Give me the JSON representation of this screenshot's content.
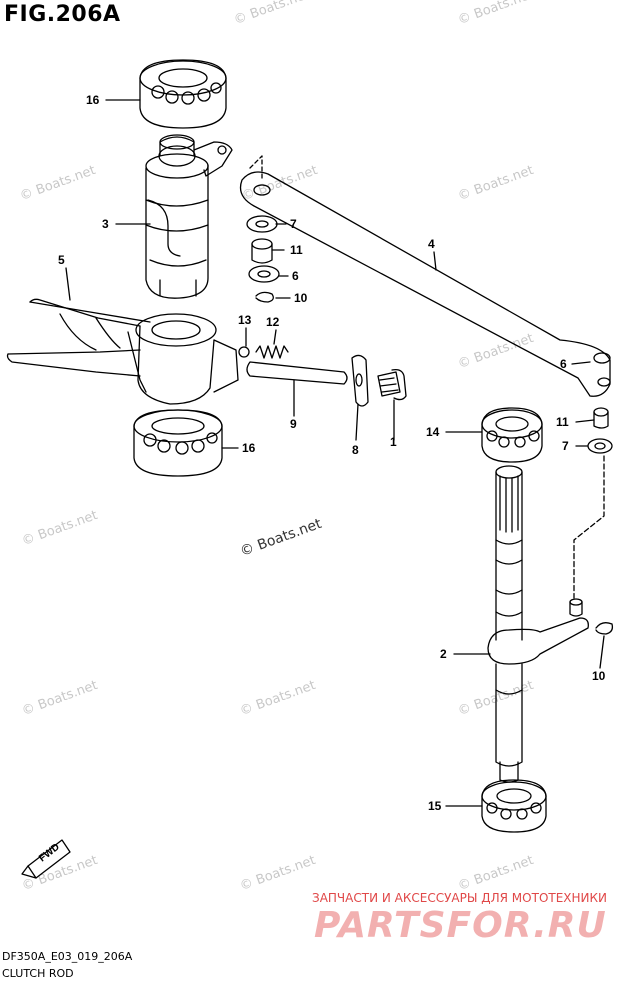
{
  "figure": {
    "title": "FIG.206A",
    "code": "DF350A_E03_019_206A",
    "caption": "CLUTCH ROD"
  },
  "watermark": {
    "text": "© Boats.net"
  },
  "shop": {
    "tagline": "ЗАПЧАСТИ И АКСЕССУАРЫ ДЛЯ МОТОТЕХНИКИ",
    "logo": "PARTSFOR.RU"
  },
  "badge": {
    "fwd": "FWD"
  },
  "callouts": {
    "c1": "1",
    "c2": "2",
    "c3": "3",
    "c4": "4",
    "c5": "5",
    "c6a": "6",
    "c6b": "6",
    "c7a": "7",
    "c7b": "7",
    "c8": "8",
    "c9": "9",
    "c10a": "10",
    "c10b": "10",
    "c11a": "11",
    "c11b": "11",
    "c12": "12",
    "c13": "13",
    "c14": "14",
    "c15": "15",
    "c16a": "16",
    "c16b": "16"
  },
  "colors": {
    "line": "#000000",
    "watermark": "#c8c8c8",
    "shop_text": "#e04848",
    "shop_logo": "#f2b0b0"
  }
}
